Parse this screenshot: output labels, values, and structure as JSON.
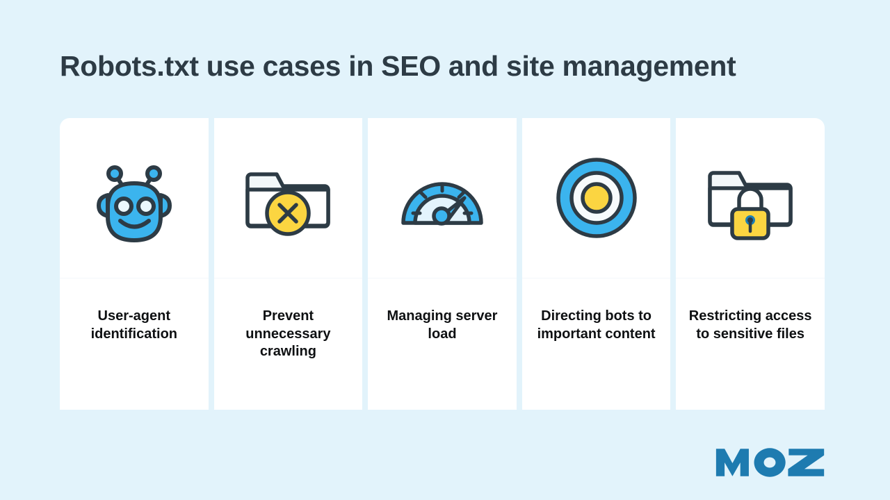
{
  "page": {
    "background_color": "#e2f3fb",
    "title": "Robots.txt use cases in SEO and site management",
    "title_color": "#2d3b45"
  },
  "palette": {
    "blue": "#3bb4ee",
    "blue_dark": "#1d7fb8",
    "yellow": "#fbd541",
    "outline": "#2d3b45",
    "card_white": "#ffffff",
    "face_pale": "#e8f6fd"
  },
  "cards": [
    {
      "id": "user-agent-identification",
      "icon": "robot-icon",
      "label": "User-agent identification"
    },
    {
      "id": "prevent-unnecessary-crawling",
      "icon": "folder-blocked-icon",
      "label": "Prevent unnecessary crawling"
    },
    {
      "id": "managing-server-load",
      "icon": "speedometer-icon",
      "label": "Managing server load"
    },
    {
      "id": "directing-bots-to-important-content",
      "icon": "target-icon",
      "label": "Directing bots to important content"
    },
    {
      "id": "restricting-access-to-sensitive-files",
      "icon": "folder-lock-icon",
      "label": "Restricting access to sensitive files"
    }
  ],
  "brand": {
    "logo_text": "MOZ",
    "logo_color": "#1e7bb0"
  }
}
